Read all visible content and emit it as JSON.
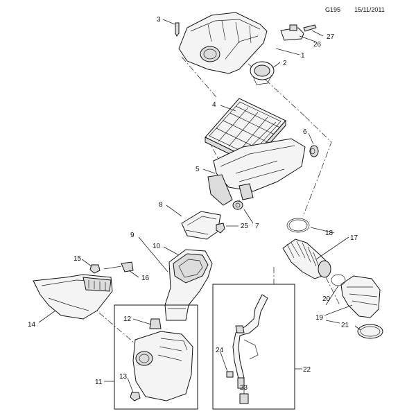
{
  "header": {
    "code": "G195",
    "date": "15/11/2011"
  },
  "callouts": {
    "c1": "1",
    "c2": "2",
    "c3": "3",
    "c4": "4",
    "c5": "5",
    "c6": "6",
    "c7": "7",
    "c8": "8",
    "c9": "9",
    "c10": "10",
    "c11": "11",
    "c12": "12",
    "c13": "13",
    "c14": "14",
    "c15": "15",
    "c16": "16",
    "c17": "17",
    "c18": "18",
    "c19": "19",
    "c20": "20",
    "c21": "21",
    "c22": "22",
    "c23": "23",
    "c24": "24",
    "c25": "25",
    "c26": "26",
    "c27": "27"
  }
}
